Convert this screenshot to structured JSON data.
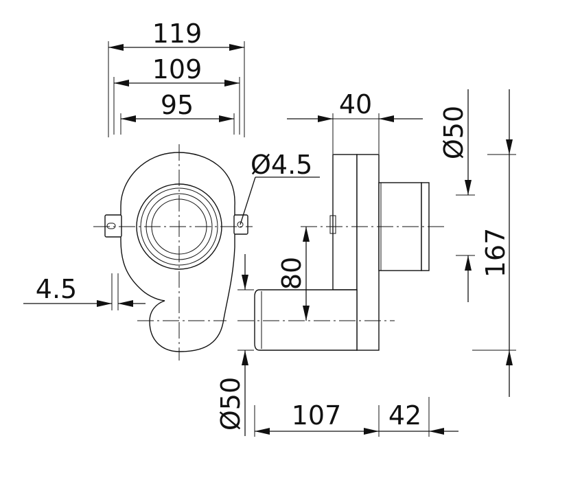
{
  "dimensions": {
    "overall_width": "119",
    "mid_width": "109",
    "hole_spacing": "95",
    "mounting_hole": "Ø4.5",
    "depth_top": "40",
    "outlet_diameter_top": "Ø50",
    "offset": "80",
    "total_height": "167",
    "side_offset": "4.5",
    "inlet_diameter": "Ø50",
    "length_left": "107",
    "length_right": "42"
  }
}
